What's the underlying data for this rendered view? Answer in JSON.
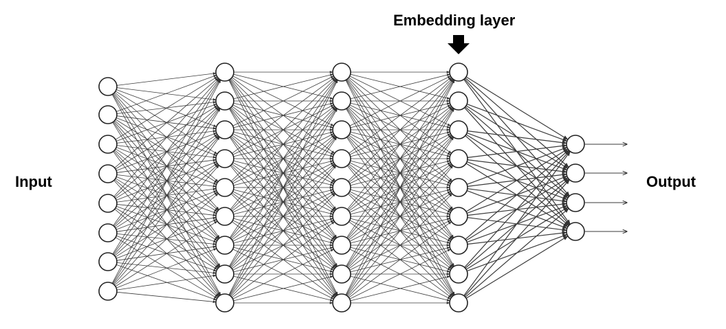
{
  "labels": {
    "input": "Input",
    "output": "Output",
    "embedding": "Embedding layer"
  },
  "network": {
    "layer_sizes": [
      8,
      9,
      9,
      9,
      4
    ],
    "embedding_layer_index": 3,
    "output_arrows": 4
  },
  "colors": {
    "edge": "#3a3a3a",
    "node_stroke": "#222222",
    "node_fill": "#ffffff",
    "arrow": "#000000"
  }
}
